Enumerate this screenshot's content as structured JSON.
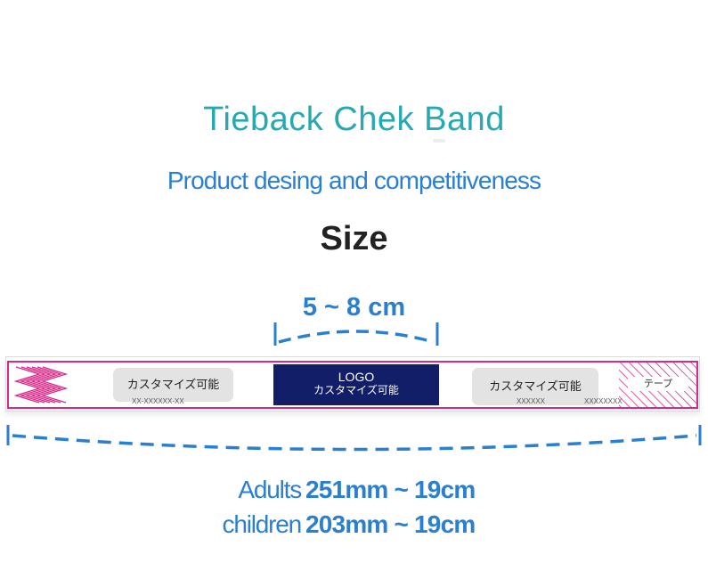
{
  "header": {
    "title": "Tieback Chek Band",
    "subtitle": "Product desing and competitiveness",
    "section": "Size"
  },
  "band_width": {
    "label": "5 ~ 8 cm"
  },
  "band": {
    "left_pill": {
      "text": "カスタマイズ可能",
      "code": "XX-XXXXXX-XX"
    },
    "logo": {
      "line1": "LOGO",
      "line2": "カスタマイズ可能"
    },
    "right_pill": {
      "text": "カスタマイズ可能",
      "code_a": "XXXXXX",
      "code_b": "XXXXXXXX"
    },
    "tape_label": "テープ"
  },
  "lengths": [
    {
      "label": "Adults",
      "value": "251mm ~ 19cm"
    },
    {
      "label": "children",
      "value": "203mm ~ 19cm"
    }
  ],
  "colors": {
    "title": "#27a9b2",
    "accent_blue": "#2b7fd1",
    "band_border": "#d8298a",
    "logo_bg": "#131e69",
    "pill_bg": "#e3e3e3"
  }
}
